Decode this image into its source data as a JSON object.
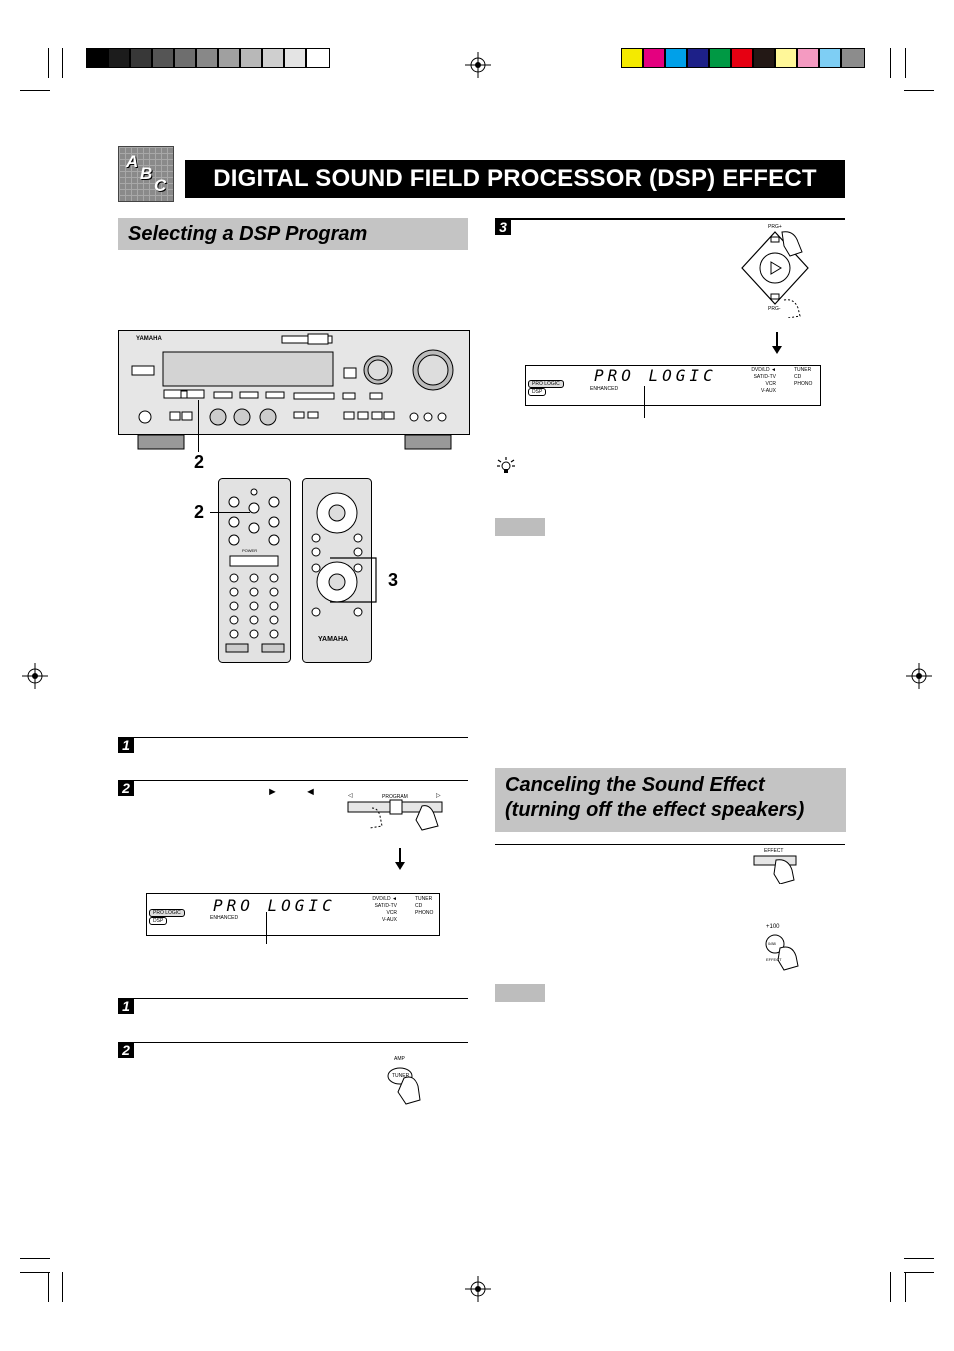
{
  "header": {
    "title": "DIGITAL SOUND FIELD PROCESSOR (DSP) EFFECT",
    "icon_letters": [
      "A",
      "B",
      "C"
    ]
  },
  "sections": {
    "selecting": "Selecting a DSP Program",
    "canceling": "Canceling the Sound Effect (turning off the effect speakers)"
  },
  "steps": {
    "top_right": "3",
    "left_a1": "1",
    "left_a2": "2",
    "left_b1": "1",
    "left_b2": "2"
  },
  "callouts": {
    "panel_program": "2",
    "remote_amp": "2",
    "remote_program": "3"
  },
  "arrows": {
    "right": "►",
    "left": "◄"
  },
  "display": {
    "program": "PRO LOGIC",
    "sub": "ENHANCED",
    "badges": [
      "PRO LOGIC",
      "DSP"
    ],
    "inputs_left": [
      "DVD/LD ◄",
      "SAT/D-TV",
      "VCR",
      "V-AUX"
    ],
    "inputs_right": [
      "TUNER",
      "CD",
      "PHONO"
    ]
  },
  "controls": {
    "program_slider_label": "PROGRAM",
    "effect_label": "EFFECT",
    "remote_effect_top": "+100",
    "remote_effect_mid": "0/88",
    "remote_effect_bottom": "EFFECT",
    "amp_label": "AMP",
    "tuner_label": "TUNER",
    "prg_up": "PRG+",
    "prg_down": "PRG-",
    "remote_brand": "YAMAHA",
    "remote_power": "POWER",
    "receiver_brand": "YAMAHA"
  }
}
